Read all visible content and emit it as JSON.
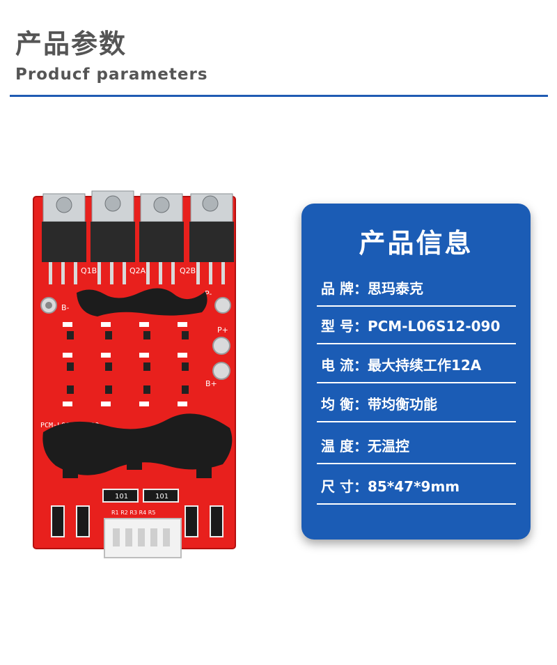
{
  "header": {
    "title_cn": "产品参数",
    "title_en": "Producf parameters"
  },
  "product_image": {
    "board_label": "PCM-L06S12-090",
    "mosfet_labels": [
      "Q1B",
      "Q2A",
      "Q2B"
    ],
    "terminal_labels": [
      "B-",
      "P-",
      "P+",
      "B+"
    ],
    "resistor_marking": "101",
    "connector_pins": "R1 R2 R3 R4 R5"
  },
  "info_card": {
    "title": "产品信息",
    "rows": [
      {
        "text": "品 牌：思玛泰克"
      },
      {
        "text": "型 号：PCM-L06S12-090"
      },
      {
        "text": "电  流：最大持续工作12A"
      },
      {
        "text": "均  衡：带均衡功能"
      },
      {
        "text": "温  度：无温控"
      },
      {
        "text": "尺  寸：85*47*9mm"
      }
    ]
  },
  "colors": {
    "accent": "#1f5bb3",
    "card": "#1b5cb5",
    "pcb": "#e31e1e",
    "heading": "#555555"
  }
}
